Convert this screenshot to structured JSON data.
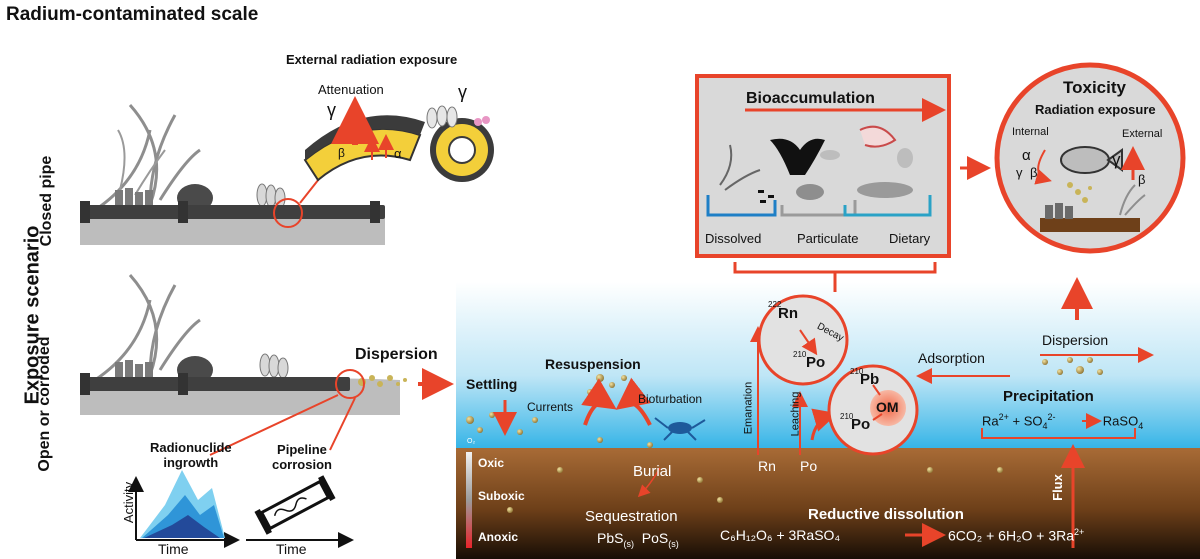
{
  "title": "Radium-contaminated scale",
  "side_label": "Exposure scenario",
  "scenarios": {
    "closed": "Closed pipe",
    "open": "Open or corroded"
  },
  "external": {
    "heading": "External radiation exposure",
    "attenuation": "Attenuation",
    "gamma": "γ",
    "beta": "β",
    "alpha": "α"
  },
  "dispersion_left": "Dispersion",
  "ingrowth": {
    "label_line1": "Radionuclide",
    "label_line2": "ingrowth",
    "y_axis": "Activity",
    "x_axis": "Time"
  },
  "corrosion": {
    "label_line1": "Pipeline",
    "label_line2": "corrosion",
    "x_axis": "Time"
  },
  "bioaccumulation": {
    "title": "Bioaccumulation",
    "dissolved": "Dissolved",
    "particulate": "Particulate",
    "dietary": "Dietary"
  },
  "toxicity": {
    "title": "Toxicity",
    "subtitle": "Radiation exposure",
    "internal": "Internal",
    "external": "External",
    "alpha": "α",
    "gamma": "γ",
    "beta": "β"
  },
  "water": {
    "settling": "Settling",
    "resuspension": "Resuspension",
    "currents": "Currents",
    "bioturbation": "Bioturbation",
    "emanation": "Emanation",
    "leaching": "Leaching",
    "adsorption": "Adsorption",
    "dispersion": "Dispersion",
    "precipitation": "Precipitation",
    "precip_eq": {
      "ra": "Ra",
      "ra_charge": "2+",
      "plus": " + SO",
      "so4_sub": "4",
      "so4_charge": "2-",
      "product": "RaSO",
      "product_sub": "4"
    }
  },
  "decay_circle": {
    "rn_mass": "222",
    "rn": "Rn",
    "decay": "Decay",
    "po_mass": "210",
    "po": "Po"
  },
  "om_circle": {
    "pb_mass": "210",
    "pb": "Pb",
    "om": "OM",
    "po_mass": "210",
    "po": "Po"
  },
  "sediment": {
    "o2": "O₂",
    "oxic": "Oxic",
    "suboxic": "Suboxic",
    "anoxic": "Anoxic",
    "burial": "Burial",
    "sequestration": "Sequestration",
    "pbs": "PbS",
    "pos": "PoS",
    "solid": "(s)",
    "rn": "Rn",
    "po": "Po",
    "flux": "Flux",
    "reductive": "Reductive dissolution",
    "eq_left": "C₆H₁₂O₆ +  3RaSO₄",
    "eq_right": "6CO₂ + 6H₂O + 3Ra",
    "eq_charge": "2+"
  },
  "colors": {
    "accent": "#e8442a",
    "sediment_top": "#a56a35",
    "sediment_bottom": "#1a0f06",
    "water": "#3cb6e6",
    "grey_panel": "#d9d9d9"
  }
}
